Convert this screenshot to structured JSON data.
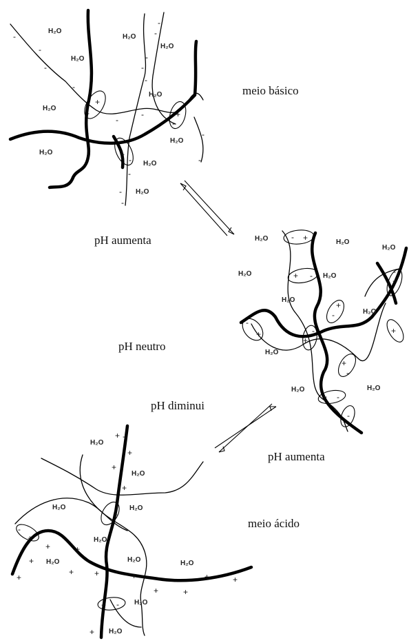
{
  "labels": {
    "meio_basico": "meio básico",
    "ph_aumenta_top": "pH aumenta",
    "ph_neutro": "pH neutro",
    "ph_diminui": "pH diminui",
    "ph_aumenta_bottom": "pH aumenta",
    "meio_acido": "meio ácido"
  },
  "water": "H₂O",
  "charges": {
    "plus": "+",
    "minus": "-"
  }
}
